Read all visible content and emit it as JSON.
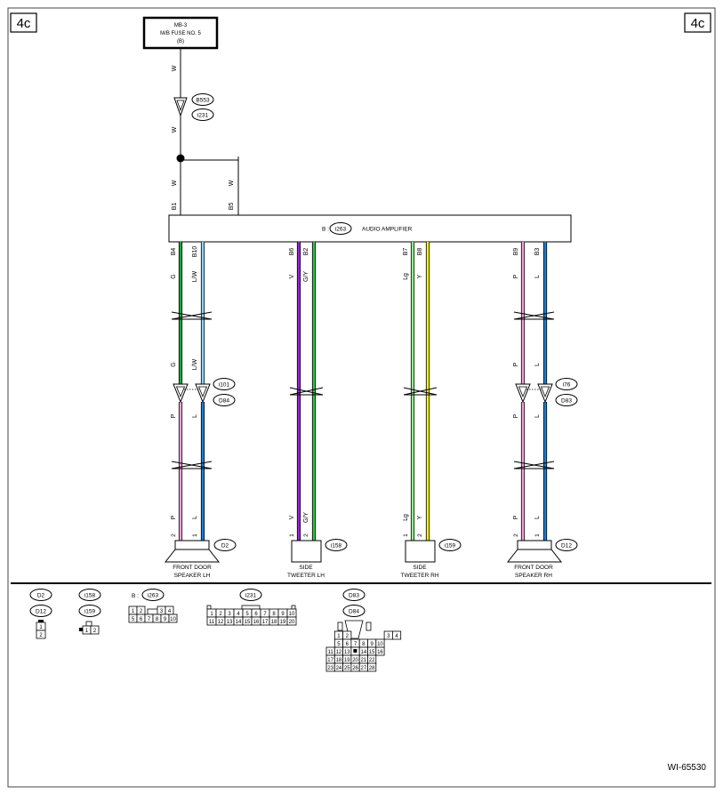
{
  "page": {
    "corner_left": "4c",
    "corner_right": "4c",
    "code": "WI-65530"
  },
  "fuse": {
    "line1": "MB-3",
    "line2": "M/B FUSE NO. 5",
    "line3": "(B)"
  },
  "amplifier": {
    "prefix": "B :",
    "connector": "i263",
    "label": "AUDIO AMPLIFIER"
  },
  "connectors": {
    "top1": "B553",
    "top2": "i231",
    "mid_left1": "i101",
    "mid_left2": "D84",
    "mid_right1": "i76",
    "mid_right2": "D83"
  },
  "top_wires": {
    "w1": "W",
    "w2": "W",
    "w3": "W",
    "w4": "W",
    "pin_b1": "B1",
    "pin_b5": "B5"
  },
  "circuits": [
    {
      "id": "fl",
      "pins": [
        "B4",
        "B10"
      ],
      "colors_top": [
        "G",
        "L/W"
      ],
      "colors_mid": [
        "G",
        "L/W"
      ],
      "colors_bot": [
        "P",
        "L"
      ],
      "colors_end": [
        "P",
        "L"
      ],
      "end_pins": [
        "2",
        "1"
      ],
      "wire_hex": [
        "#1aaa3a",
        "#8fd3f4"
      ],
      "wire_hex_low": [
        "#f2a0da",
        "#1a7fd6"
      ]
    },
    {
      "id": "tl",
      "pins": [
        "B6",
        "B2"
      ],
      "colors_top": [
        "V",
        "G/Y"
      ],
      "colors_end": [
        "V",
        "G/Y"
      ],
      "end_pins": [
        "1",
        "2"
      ],
      "wire_hex": [
        "#9a22d6",
        "#38c24a"
      ]
    },
    {
      "id": "tr",
      "pins": [
        "B7",
        "B8"
      ],
      "colors_top": [
        "Lg",
        "Y"
      ],
      "colors_end": [
        "Lg",
        "Y"
      ],
      "end_pins": [
        "1",
        "2"
      ],
      "wire_hex": [
        "#8ef08a",
        "#f3f31a"
      ]
    },
    {
      "id": "fr",
      "pins": [
        "B9",
        "B3"
      ],
      "colors_top": [
        "P",
        "L"
      ],
      "colors_mid": [
        "P",
        "L"
      ],
      "colors_bot": [
        "P",
        "L"
      ],
      "colors_end": [
        "P",
        "L"
      ],
      "end_pins": [
        "2",
        "1"
      ],
      "wire_hex": [
        "#f2a0da",
        "#1a7fd6"
      ]
    }
  ],
  "devices": [
    {
      "conn": "D2",
      "line1": "FRONT DOOR",
      "line2": "SPEAKER LH"
    },
    {
      "conn": "i158",
      "line1": "SIDE",
      "line2": "TWEETER LH"
    },
    {
      "conn": "i159",
      "line1": "SIDE",
      "line2": "TWEETER RH"
    },
    {
      "conn": "D12",
      "line1": "FRONT DOOR",
      "line2": "SPEAKER RH"
    }
  ],
  "legend": {
    "speaker_tags": [
      "D2",
      "D12"
    ],
    "speaker_pins": [
      "1",
      "2"
    ],
    "tweeter_tags": [
      "i158",
      "i159"
    ],
    "tweeter_pins": [
      "1",
      "2"
    ],
    "amp_prefix": "B :",
    "amp_tag": "i263",
    "amp_row1": [
      "1",
      "2",
      "3",
      "4"
    ],
    "amp_row2": [
      "5",
      "6",
      "7",
      "8",
      "9",
      "10"
    ],
    "jc_tag": "i231",
    "jc_row1": [
      "1",
      "2",
      "3",
      "4",
      "5",
      "6",
      "7",
      "8",
      "9",
      "10"
    ],
    "jc_row2": [
      "11",
      "12",
      "13",
      "14",
      "15",
      "16",
      "17",
      "18",
      "19",
      "20"
    ],
    "door_tags": [
      "D83",
      "D84"
    ],
    "door_row1": [
      "1",
      "2",
      "3",
      "4"
    ],
    "door_row2": [
      "5",
      "6",
      "7",
      "8",
      "9",
      "10"
    ],
    "door_row3": [
      "11",
      "12",
      "13",
      "",
      "14",
      "15",
      "16"
    ],
    "door_row4": [
      "17",
      "18",
      "19",
      "20",
      "21",
      "22"
    ],
    "door_row5": [
      "23",
      "24",
      "25",
      "26",
      "27",
      "28"
    ]
  }
}
